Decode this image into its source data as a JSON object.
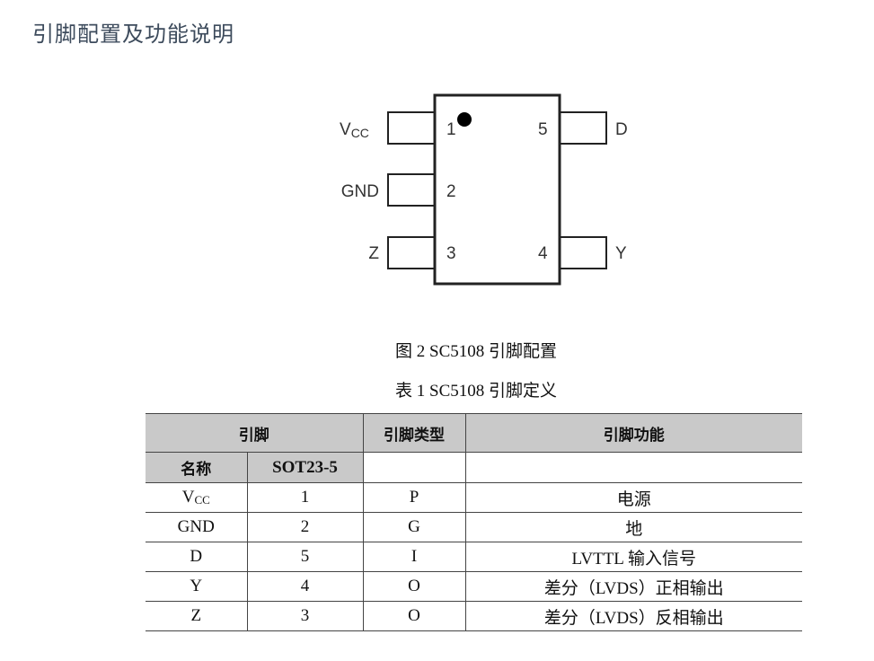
{
  "title": "引脚配置及功能说明",
  "diagram": {
    "pins_left": [
      {
        "num": "1",
        "label": "V",
        "sub": "CC"
      },
      {
        "num": "2",
        "label": "GND"
      },
      {
        "num": "3",
        "label": "Z"
      }
    ],
    "pins_right": [
      {
        "num": "5",
        "label": "D"
      },
      {
        "num": "4",
        "label": "Y"
      }
    ]
  },
  "figure_caption": "图 2 SC5108 引脚配置",
  "table_caption": "表 1 SC5108 引脚定义",
  "table": {
    "headers": [
      "引脚",
      "引脚类型",
      "引脚功能"
    ],
    "subheaders": [
      "名称",
      "SOT23-5"
    ],
    "rows": [
      {
        "name": "V",
        "sub": "CC",
        "num": "1",
        "type": "P",
        "func": "电源"
      },
      {
        "name": "GND",
        "num": "2",
        "type": "G",
        "func": "地"
      },
      {
        "name": "D",
        "num": "5",
        "type": "I",
        "func": "LVTTL 输入信号"
      },
      {
        "name": "Y",
        "num": "4",
        "type": "O",
        "func": "差分（LVDS）正相输出"
      },
      {
        "name": "Z",
        "num": "3",
        "type": "O",
        "func": "差分（LVDS）反相输出"
      }
    ]
  }
}
